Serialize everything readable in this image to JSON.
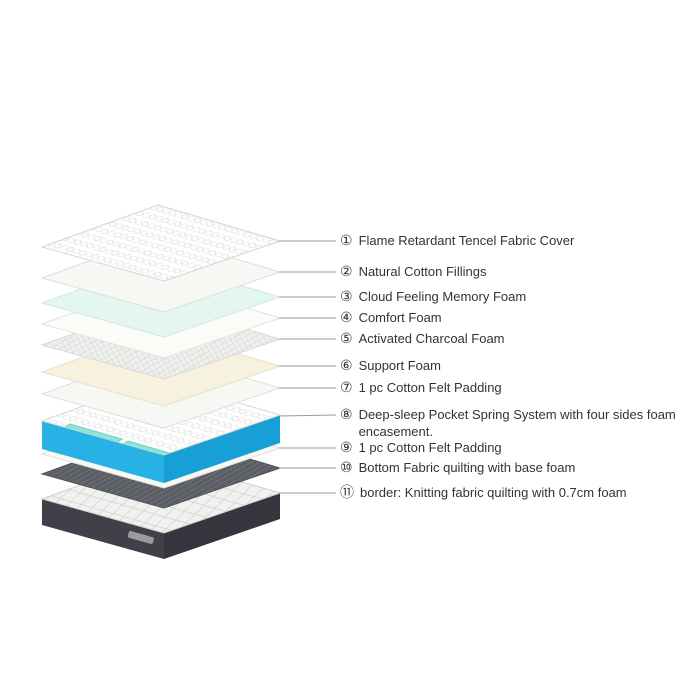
{
  "page": {
    "background": "#ffffff"
  },
  "colors": {
    "text": "#333333",
    "leader_line": "#9b9b9b",
    "cover_white": "#ffffff",
    "cotton_white": "#f7f7f4",
    "memory_foam_mint": "#e3f6f0",
    "comfort_foam_white": "#fbfbf8",
    "support_foam_cream": "#f6f2dd",
    "felt_white": "#f8f8f5",
    "spring_side_left": "#27b1e5",
    "spring_side_right": "#179fd6",
    "patch_teal": "#8fe3d4",
    "bottom_fabric_dark": "#5a5c63",
    "base_border_left": "#3f4048",
    "base_border_right": "#34353d"
  },
  "diagram": {
    "layers": [
      {
        "num": "①",
        "label": "Flame Retardant Tencel Fabric Cover"
      },
      {
        "num": "②",
        "label": "Natural Cotton Fillings"
      },
      {
        "num": "③",
        "label": "Cloud Feeling Memory Foam"
      },
      {
        "num": "④",
        "label": "Comfort Foam"
      },
      {
        "num": "⑤",
        "label": "Activated Charcoal Foam"
      },
      {
        "num": "⑥",
        "label": "Support Foam"
      },
      {
        "num": "⑦",
        "label": "1 pc Cotton Felt Padding"
      },
      {
        "num": "⑧",
        "label": "Deep-sleep Pocket Spring System with four sides foam encasement."
      },
      {
        "num": "⑨",
        "label": "1 pc Cotton Felt Padding"
      },
      {
        "num": "⑩",
        "label": "Bottom Fabric quilting with base foam"
      },
      {
        "num": "⑪",
        "label": "border: Knitting  fabric quilting with 0.7cm foam"
      }
    ]
  }
}
